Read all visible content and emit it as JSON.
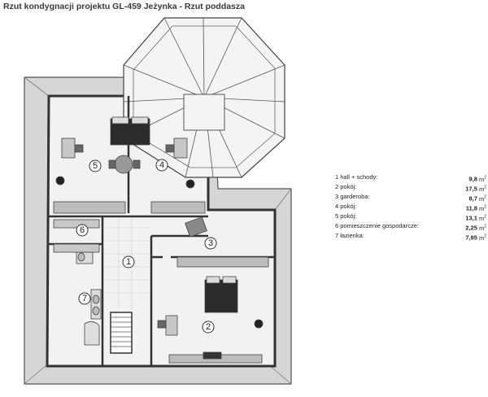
{
  "title": "Rzut kondygnacji projektu GL-459 Jeżynka - Rzut poddasza",
  "room_numbers": [
    "1",
    "2",
    "3",
    "4",
    "5",
    "6",
    "7"
  ],
  "legend": [
    {
      "label": "1 hall + schody:",
      "value": "9,8",
      "unit": "m",
      "sup": "2"
    },
    {
      "label": "2 pokój:",
      "value": "17,5",
      "unit": "m",
      "sup": "2"
    },
    {
      "label": "3 garderoba:",
      "value": "8,7",
      "unit": "m",
      "sup": "2"
    },
    {
      "label": "4 pokój:",
      "value": "11,8",
      "unit": "m",
      "sup": "2"
    },
    {
      "label": "5 pokój:",
      "value": "13,1",
      "unit": "m",
      "sup": "2"
    },
    {
      "label": "6 pomieszczenie gospodarcze:",
      "value": "2,25",
      "unit": "m",
      "sup": "2"
    },
    {
      "label": "7 łazienka:",
      "value": "7,95",
      "unit": "m",
      "sup": "2"
    }
  ]
}
